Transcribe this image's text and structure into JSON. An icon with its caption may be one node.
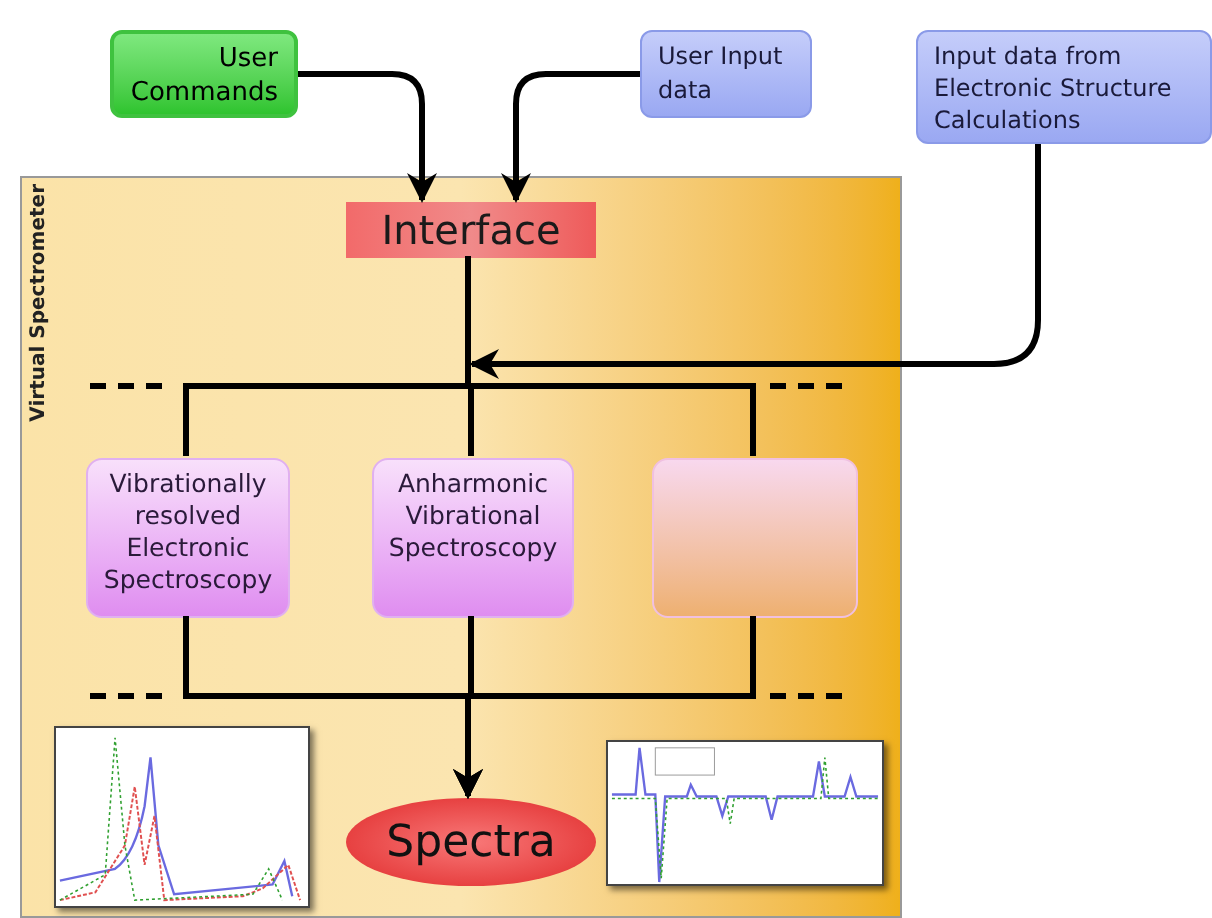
{
  "diagram": {
    "nodes": [
      {
        "text": [
          "User Commands"
        ]
      },
      {
        "text": [
          "User Input data"
        ]
      },
      {
        "text": [
          "Input data from Electronic Structure Calculations"
        ]
      },
      {
        "text": [
          "Virtual Spectrometer"
        ]
      },
      {
        "text": [
          "Interface"
        ],
        "in": 3
      },
      {
        "text": [
          "Vibrationally resolved Electronic Spectroscopy"
        ],
        "in": 3
      },
      {
        "text": [
          "Anharmonic Vibrational Spectroscopy"
        ],
        "in": 3
      },
      {
        "text": [],
        "shape": "box",
        "in": 3
      },
      {
        "text": [],
        "shape": "picture",
        "in": 3
      },
      {
        "text": [
          "Spectra"
        ],
        "in": 3
      },
      {
        "text": [],
        "shape": "picture",
        "in": 3
      }
    ],
    "edges": [
      {
        "from": 0,
        "to": 4,
        "arrow": "to"
      },
      {
        "from": 1,
        "to": 4,
        "arrow": "to"
      },
      {
        "from": 2,
        "to": null,
        "arrow": "to"
      },
      {
        "from": 4,
        "to": 5,
        "arrow": "none"
      },
      {
        "from": 4,
        "to": 6,
        "arrow": "none"
      },
      {
        "from": 4,
        "to": 7,
        "arrow": "none"
      },
      {
        "from": 5,
        "to": 9,
        "arrow": "to"
      },
      {
        "from": 6,
        "to": 9,
        "arrow": "to"
      },
      {
        "from": 7,
        "to": 9,
        "arrow": "to"
      }
    ]
  }
}
